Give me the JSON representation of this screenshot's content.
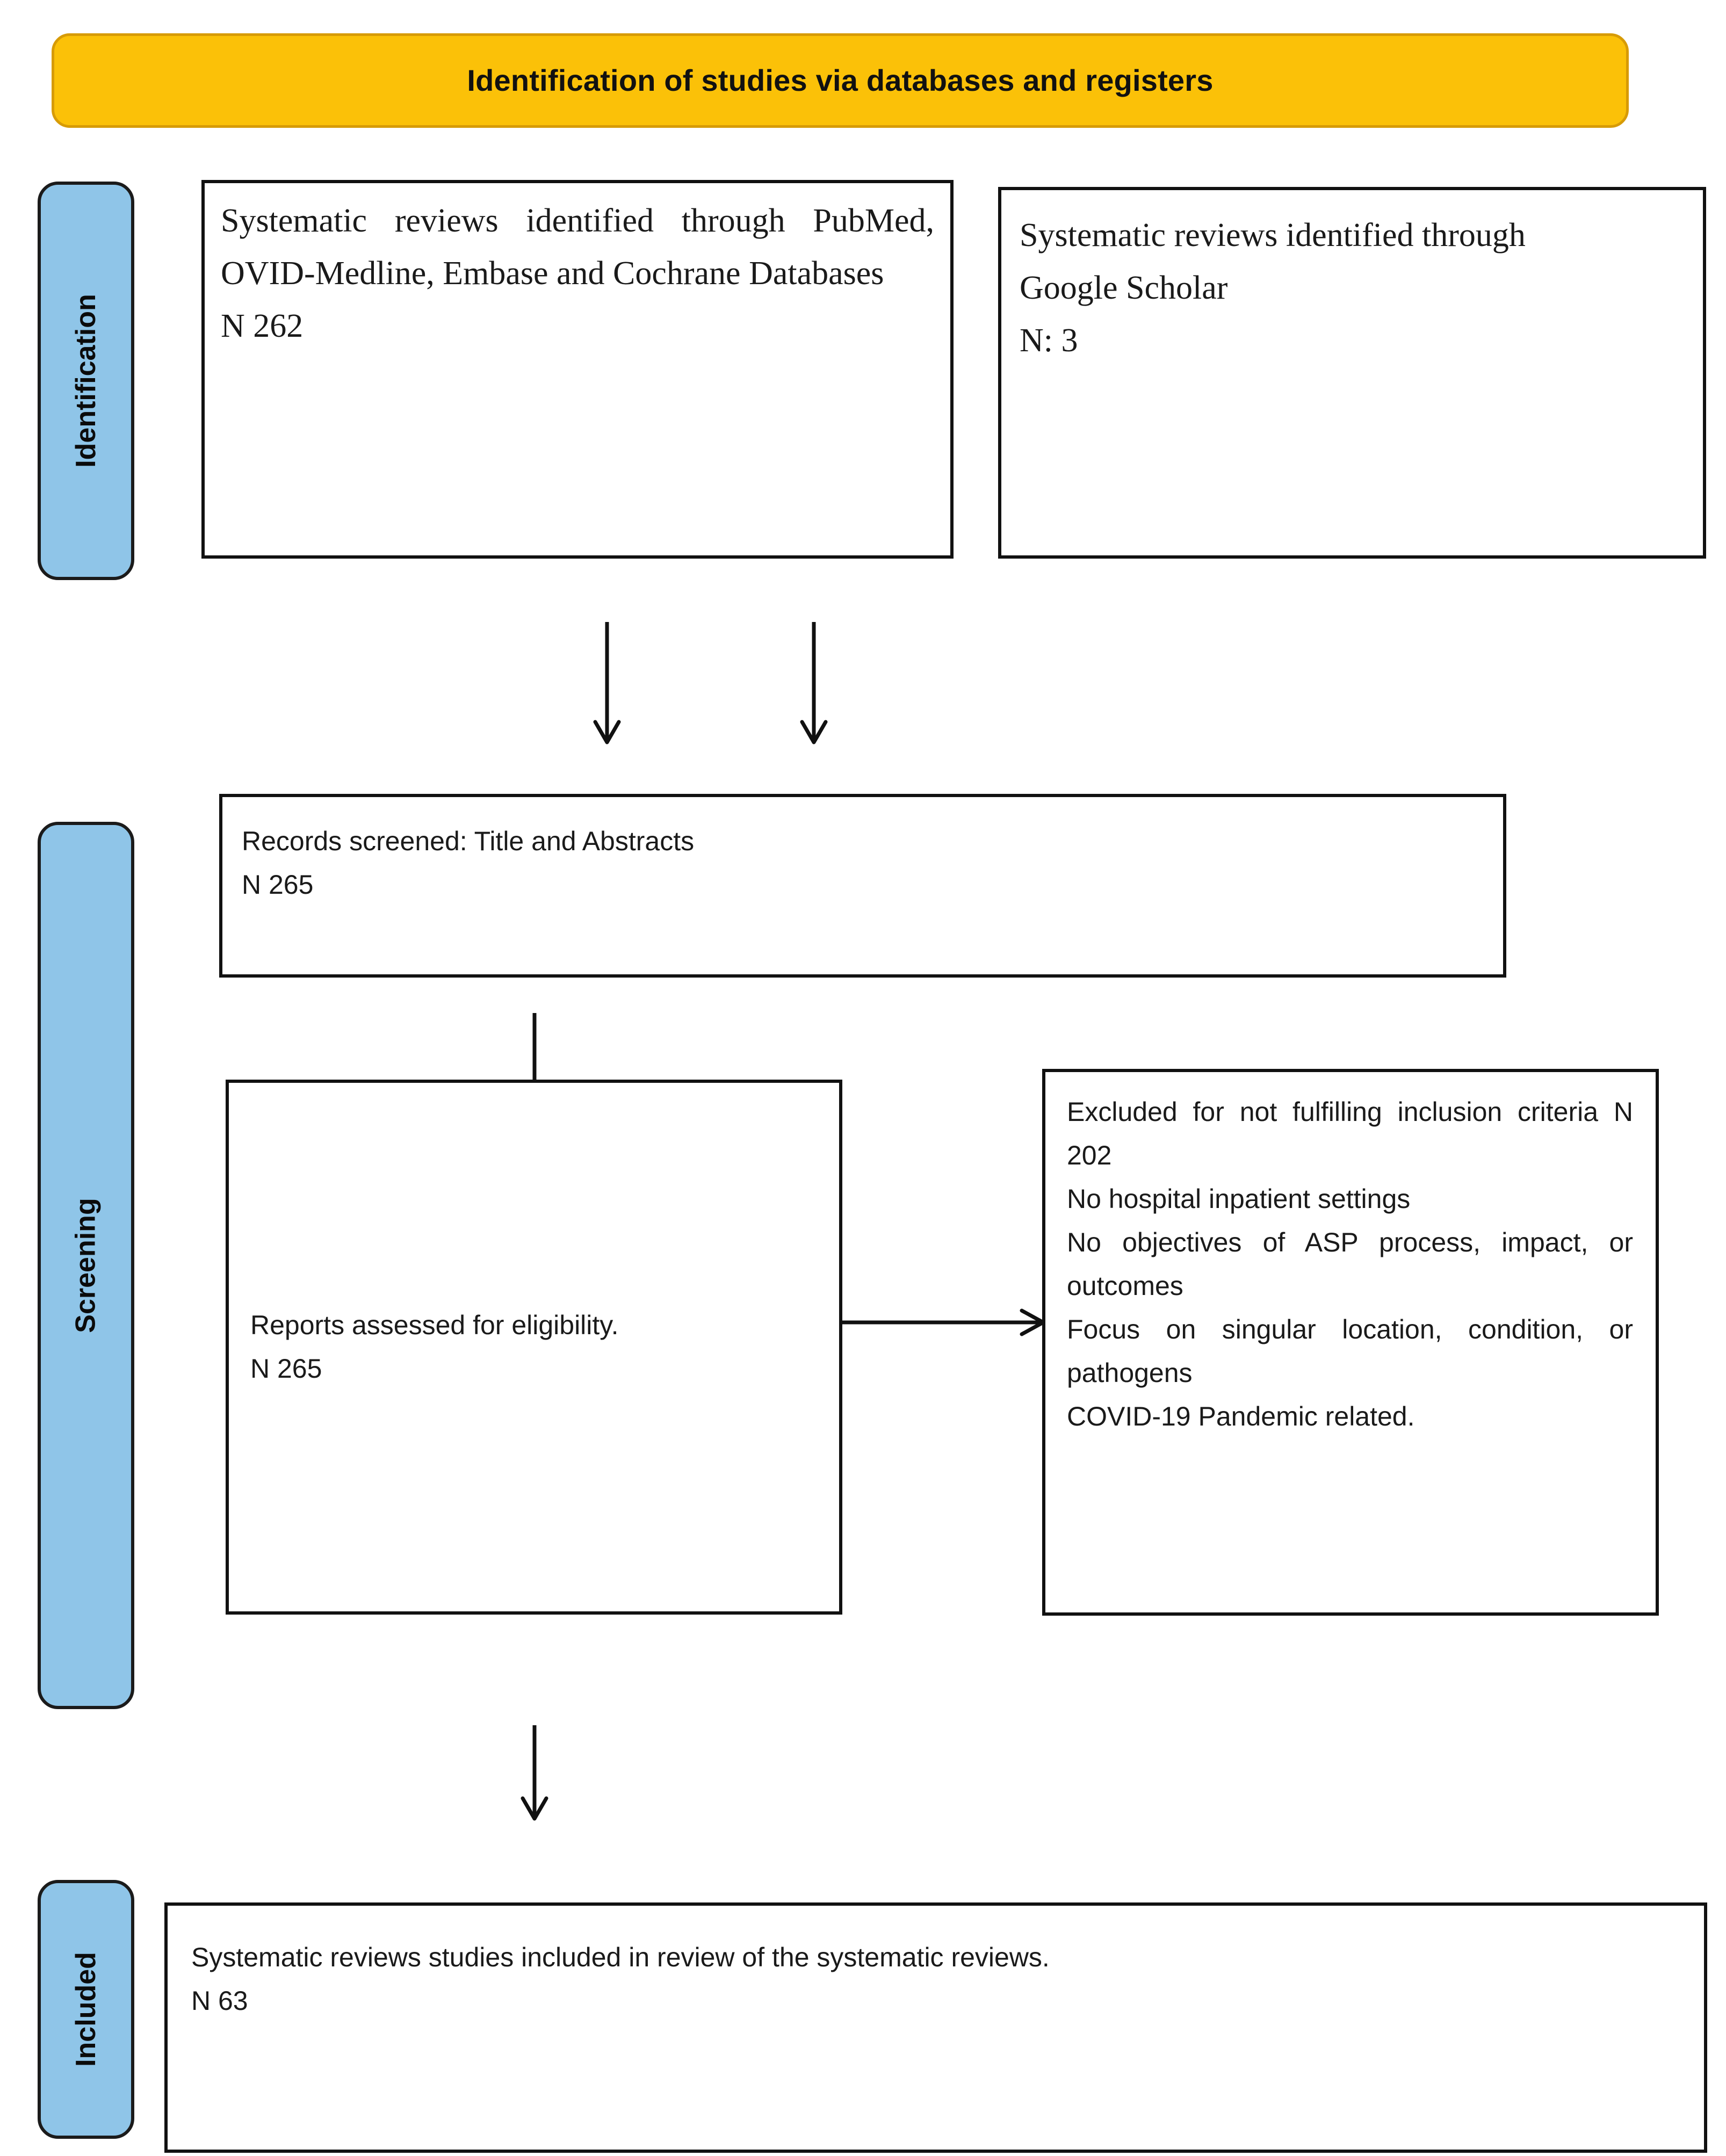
{
  "header": {
    "title": "Identification of studies via databases and registers",
    "fill_color": "#FBC108",
    "border_color": "#D79B06"
  },
  "stages": {
    "identification": {
      "label": "Identification",
      "fill_color": "#8FC5E8"
    },
    "screening": {
      "label": "Screening",
      "fill_color": "#8FC5E8"
    },
    "included": {
      "label": "Included",
      "fill_color": "#8FC5E8"
    }
  },
  "boxes": {
    "databases": {
      "text": "Systematic reviews identified through PubMed, OVID-Medline, Embase and Cochrane Databases",
      "count": "N 262"
    },
    "google_scholar": {
      "line1": "Systematic reviews identified through",
      "line2": "Google Scholar",
      "count": "N: 3"
    },
    "records_screened": {
      "text": "Records screened: Title and Abstracts",
      "count": "N 265"
    },
    "reports_assessed": {
      "text": "Reports assessed for eligibility.",
      "count": "N 265"
    },
    "excluded": {
      "reason1": "Excluded for not fulfilling inclusion criteria N 202",
      "reason2": "No hospital inpatient settings",
      "reason3": "No objectives of ASP process, impact, or outcomes",
      "reason4": "Focus on singular location, condition, or pathogens",
      "reason5": "COVID-19 Pandemic related."
    },
    "included_studies": {
      "text": "Systematic reviews studies included in review of the systematic reviews.",
      "count": "N 63"
    }
  },
  "flow_data": {
    "type": "prisma-flow",
    "identified_databases": 262,
    "identified_registers": 3,
    "records_screened": 265,
    "reports_assessed": 265,
    "excluded_not_meeting_criteria": 202,
    "included": 63
  }
}
